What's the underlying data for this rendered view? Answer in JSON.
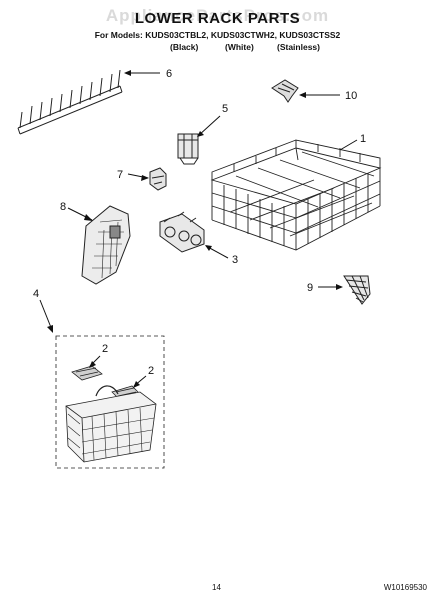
{
  "header": {
    "watermark": "AppliancePartsPros.com",
    "title": "LOWER RACK PARTS",
    "models_line": "For Models: KUDS03CTBL2, KUDS03CTWH2, KUDS03CTSS2",
    "color_black": "(Black)",
    "color_white": "(White)",
    "color_stainless": "(Stainless)"
  },
  "callouts": {
    "c1": "1",
    "c2a": "2",
    "c2b": "2",
    "c3": "3",
    "c4": "4",
    "c5": "5",
    "c6": "6",
    "c7": "7",
    "c8": "8",
    "c9": "9",
    "c10": "10"
  },
  "footer": {
    "page_number": "14",
    "doc_number": "W10169530"
  }
}
